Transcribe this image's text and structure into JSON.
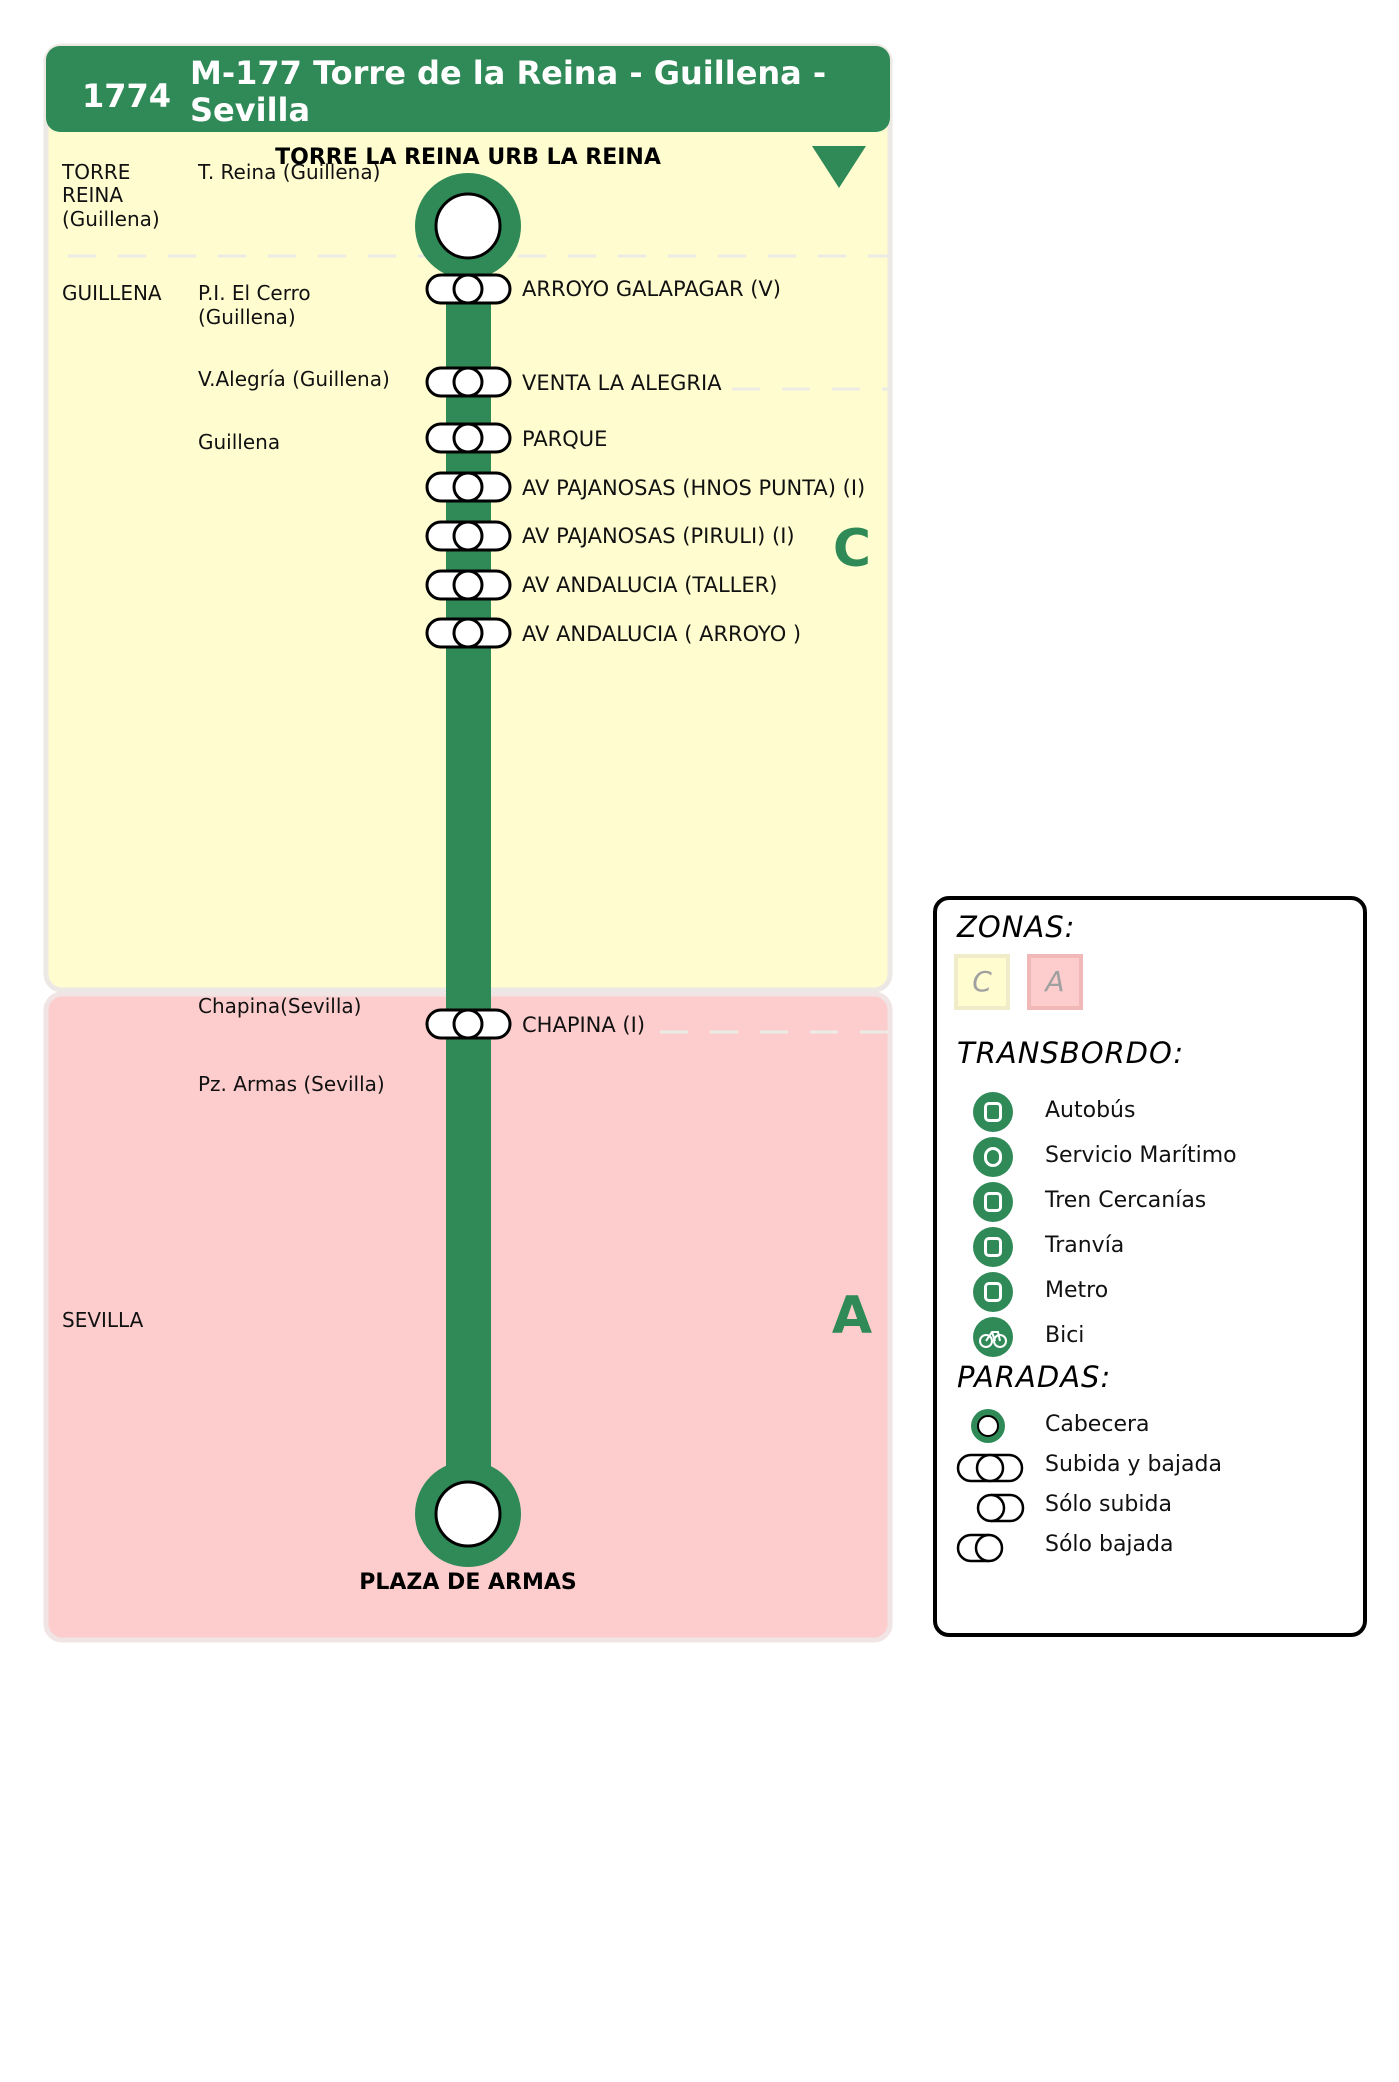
{
  "header": {
    "line_number": "1774",
    "route_title_line1": "M-177 Torre de la Reina - Guillena -",
    "route_title_line2": "Sevilla"
  },
  "direction_marker": "triangle-down",
  "terminus_start": "TORRE LA REINA URB LA REINA",
  "terminus_end": "PLAZA DE ARMAS",
  "zones": [
    {
      "id": "C",
      "color": "#fffdd0"
    },
    {
      "id": "A",
      "color": "#fdcdcd"
    }
  ],
  "municipalities": [
    {
      "lines": [
        "TORRE",
        "REINA",
        "(Guillena)"
      ]
    },
    {
      "lines": [
        "GUILLENA"
      ]
    },
    {
      "lines": [
        "SEVILLA"
      ]
    }
  ],
  "localities": [
    {
      "lines": [
        "T. Reina (Guillena)"
      ]
    },
    {
      "lines": [
        "P.I. El Cerro",
        "(Guillena)"
      ]
    },
    {
      "lines": [
        "V.Alegría (Guillena)"
      ]
    },
    {
      "lines": [
        "Guillena"
      ]
    },
    {
      "lines": [
        "Chapina(Sevilla)"
      ]
    },
    {
      "lines": [
        "Pz. Armas (Sevilla)"
      ]
    }
  ],
  "stops": [
    {
      "name": "ARROYO GALAPAGAR (V)",
      "type": "subida-y-bajada"
    },
    {
      "name": "VENTA LA ALEGRIA",
      "type": "subida-y-bajada"
    },
    {
      "name": "PARQUE",
      "type": "subida-y-bajada"
    },
    {
      "name": "AV PAJANOSAS (HNOS PUNTA) (I)",
      "type": "subida-y-bajada"
    },
    {
      "name": "AV PAJANOSAS (PIRULI) (I)",
      "type": "subida-y-bajada"
    },
    {
      "name": "AV ANDALUCIA (TALLER)",
      "type": "subida-y-bajada"
    },
    {
      "name": "AV ANDALUCIA ( ARROYO )",
      "type": "subida-y-bajada"
    },
    {
      "name": "CHAPINA (I)",
      "type": "subida-y-bajada"
    }
  ],
  "colors": {
    "line_green": "#2f8a57",
    "zone_c_bg": "#fffdd0",
    "zone_a_bg": "#fdcdcd",
    "zone_label_green": "#2f8a57"
  },
  "legend": {
    "zonas_title": "ZONAS:",
    "zone_c": "C",
    "zone_a": "A",
    "transbordo_title": "TRANSBORDO:",
    "transfers": [
      {
        "label": "Autobús",
        "icon": "bus-icon"
      },
      {
        "label": "Servicio Marítimo",
        "icon": "boat-icon"
      },
      {
        "label": "Tren Cercanías",
        "icon": "train-icon"
      },
      {
        "label": "Tranvía",
        "icon": "tram-icon"
      },
      {
        "label": "Metro",
        "icon": "metro-icon"
      },
      {
        "label": "Bici",
        "icon": "bike-icon"
      }
    ],
    "paradas_title": "PARADAS:",
    "stop_types": [
      {
        "label": "Cabecera",
        "icon": "terminus-icon"
      },
      {
        "label": "Subida y bajada",
        "icon": "board-alight-icon"
      },
      {
        "label": "Sólo subida",
        "icon": "board-only-icon"
      },
      {
        "label": "Sólo bajada",
        "icon": "alight-only-icon"
      }
    ]
  }
}
